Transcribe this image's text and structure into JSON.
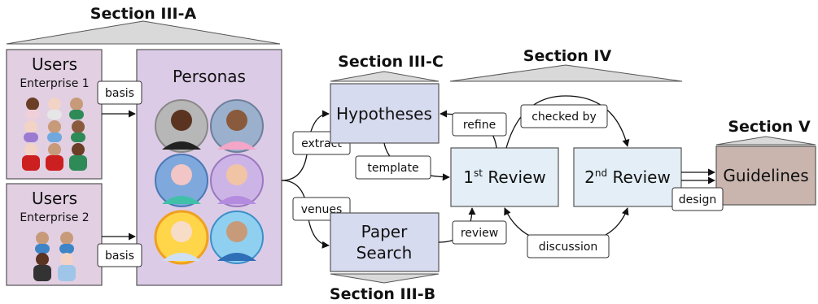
{
  "sections": {
    "iii_a": "Section III-A",
    "iii_c": "Section III-C",
    "iv": "Section IV",
    "v": "Section V",
    "iii_b": "Section III-B"
  },
  "users1": {
    "title": "Users",
    "subtitle": "Enterprise 1"
  },
  "users2": {
    "title": "Users",
    "subtitle": "Enterprise 2"
  },
  "personas": {
    "title": "Personas"
  },
  "boxes": {
    "hypotheses": "Hypotheses",
    "paper_search_line1": "Paper",
    "paper_search_line2": "Search",
    "review1_num": "1",
    "review1_sup": "st",
    "review1_word": " Review",
    "review2_num": "2",
    "review2_sup": "nd",
    "review2_word": " Review",
    "guidelines": "Guidelines"
  },
  "edge_labels": {
    "basis_1": "basis",
    "basis_2": "basis",
    "extract": "extract",
    "venues": "venues",
    "template": "template",
    "refine": "refine",
    "checked_by": "checked by",
    "review": "review",
    "discussion": "discussion",
    "design": "design"
  },
  "colors": {
    "users_fill": "#e2cfe2",
    "personas_fill": "#dccbe6",
    "process_fill": "#e3eef6",
    "hyp_fill": "#d7dbef",
    "guidelines_fill": "#c9b5ae",
    "triangle_fill": "#d9d9d9"
  }
}
